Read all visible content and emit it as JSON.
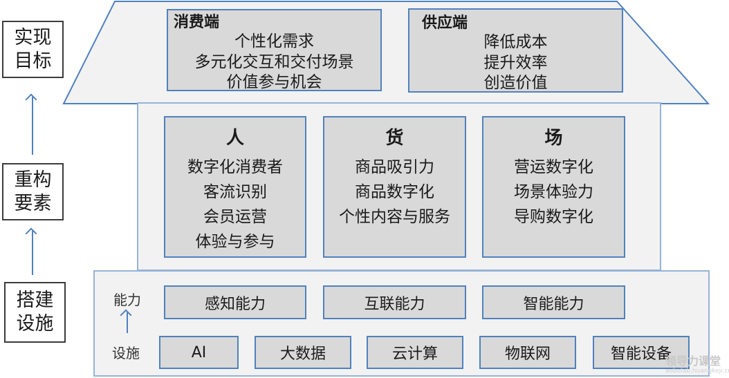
{
  "left_labels": {
    "goal": [
      "实现",
      "目标"
    ],
    "elements": [
      "重构",
      "要素"
    ],
    "build": [
      "搭建",
      "设施"
    ]
  },
  "roof": {
    "consumer": {
      "title": "消费端",
      "items": [
        "个性化需求",
        "多元化交互和交付场景",
        "价值参与机会"
      ]
    },
    "supply": {
      "title": "供应端",
      "items": [
        "降低成本",
        "提升效率",
        "创造价值"
      ]
    }
  },
  "columns": [
    {
      "title": "人",
      "items": [
        "数字化消费者",
        "客流识别",
        "会员运营",
        "体验与参与"
      ]
    },
    {
      "title": "货",
      "items": [
        "商品吸引力",
        "商品数字化",
        "个性内容与服务"
      ]
    },
    {
      "title": "场",
      "items": [
        "营运数字化",
        "场景体验力",
        "导购数字化"
      ]
    }
  ],
  "foundation": {
    "capability_label": "能力",
    "facility_label": "设施",
    "capabilities": [
      "感知能力",
      "互联能力",
      "智能能力"
    ],
    "facilities": [
      "AI",
      "大数据",
      "云计算",
      "物联网",
      "智能设备"
    ]
  },
  "watermark": {
    "main": "领导力课堂",
    "sub": "aobolab.huangkeji.cn"
  },
  "colors": {
    "border_blue": "#4f81bd",
    "light_blue_border": "#95b3d7",
    "box_fill": "#d9d9d9",
    "panel_fill": "#f2f2f2"
  }
}
